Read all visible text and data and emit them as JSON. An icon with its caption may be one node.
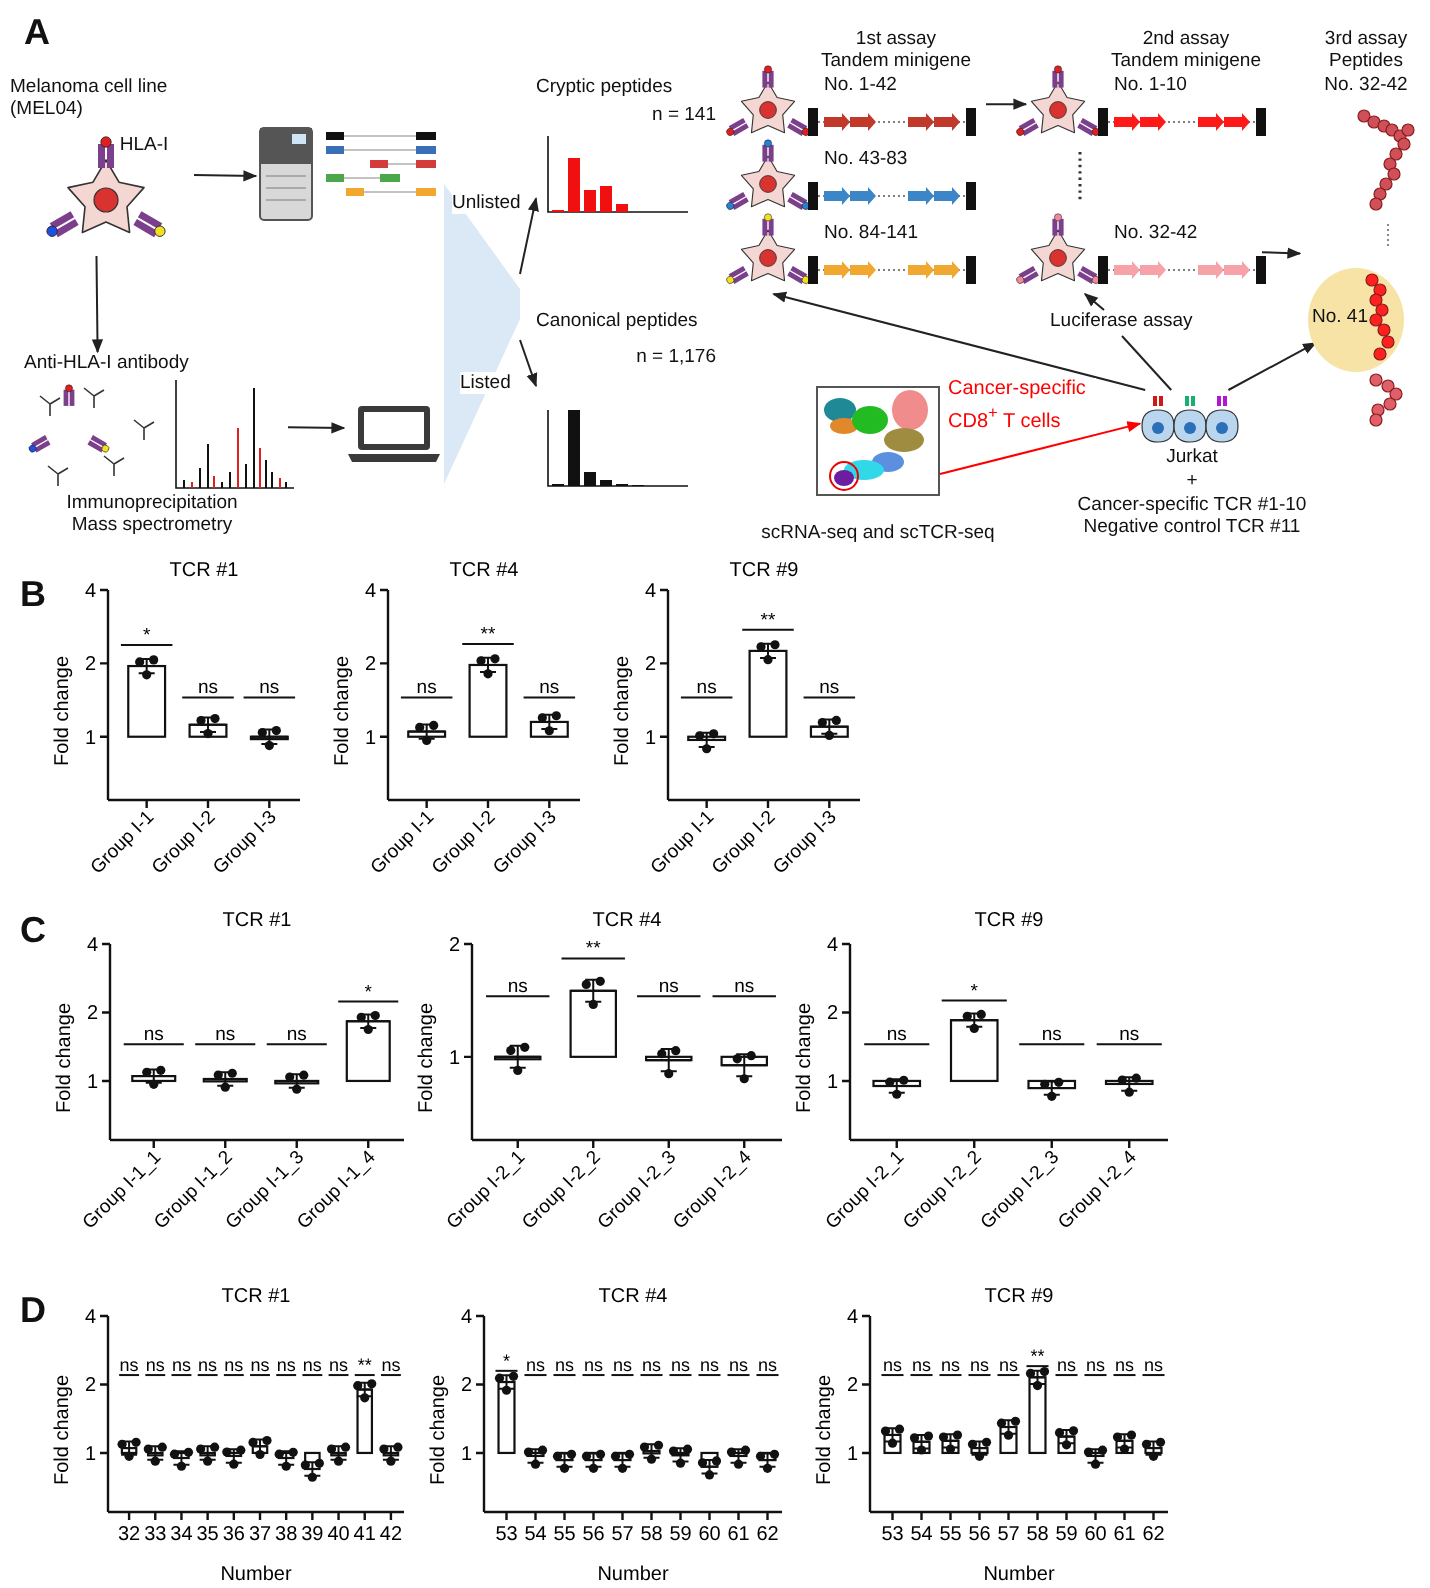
{
  "diagram": {
    "nodes": [
      {
        "text": [
          "Melanoma cell line (MEL04)"
        ]
      },
      {
        "text": [],
        "shape": "picture"
      },
      {
        "text": [
          "Anti-HLA-I antibody",
          "Immunoprecipitation Mass spectrometry"
        ]
      },
      {
        "text": [],
        "shape": "picture"
      },
      {
        "text": [],
        "shape": "wedge"
      },
      {
        "text": [
          "Cryptic peptides",
          "n = 141"
        ]
      },
      {
        "text": [
          "Canonical peptides",
          "n = 1,176"
        ]
      },
      {
        "text": [
          "No. 1-42"
        ]
      },
      {
        "text": [
          "No. 43-83"
        ]
      },
      {
        "text": [
          "No. 84-141"
        ]
      },
      {
        "text": [
          "No. 1-10"
        ]
      },
      {
        "text": [
          "No. 32-42"
        ]
      },
      {
        "text": [
          "3rd assay Peptides No. 32-42"
        ]
      },
      {
        "text": [
          "No. 41"
        ],
        "in": 12
      },
      {
        "text": [
          "scRNA-seq and scTCR-seq"
        ]
      },
      {
        "text": [
          "Jurkat",
          "+",
          "Cancer-specific TCR #1-10 Negative control TCR #11"
        ]
      },
      {
        "text": [
          "Luciferase assay"
        ]
      }
    ],
    "edges": [
      {
        "from": 0,
        "to": 1,
        "arrow": "to"
      },
      {
        "from": 0,
        "to": 2,
        "arrow": "to"
      },
      {
        "from": 2,
        "to": 3,
        "arrow": "to"
      },
      {
        "from": 4,
        "to": 5,
        "arrow": "to",
        "label": "Unlisted"
      },
      {
        "from": 4,
        "to": 6,
        "arrow": "to",
        "label": "Listed"
      },
      {
        "from": 7,
        "to": 10,
        "arrow": "to"
      },
      {
        "from": 11,
        "to": 12,
        "arrow": "to"
      },
      {
        "from": 15,
        "to": 9,
        "arrow": "to"
      },
      {
        "from": 16,
        "to": 11,
        "arrow": "to"
      },
      {
        "from": 16,
        "to": 15,
        "arrow": "none"
      },
      {
        "from": 15,
        "to": 13,
        "arrow": "to"
      },
      {
        "from": 14,
        "to": 15,
        "arrow": "to",
        "label": "Cancer-specific CD8$^{+}$ T cells",
        "color": "#ff0000"
      }
    ],
    "labels": [
      "A",
      "HLA-I",
      "1st assay Tandem minigene",
      "2nd assay Tandem minigene",
      "B",
      "C",
      "D",
      "TCR #1",
      "1",
      "2",
      "4",
      "Fold change",
      "*",
      "ns",
      "ns",
      "Group I-1",
      "Group I-2",
      "Group I-3",
      "TCR #4",
      "1",
      "2",
      "4",
      "Fold change",
      "ns",
      "**",
      "ns",
      "Group I-1",
      "Group I-2",
      "Group I-3",
      "TCR #9",
      "1",
      "2",
      "4",
      "Fold change",
      "ns",
      "**",
      "ns",
      "Group I-1",
      "Group I-2",
      "Group I-3",
      "TCR #1",
      "1",
      "2",
      "4",
      "Fold change",
      "ns",
      "ns",
      "ns",
      "*",
      "Group I-1_1",
      "Group I-1_2",
      "Group I-1_3",
      "Group I-1_4",
      "TCR #4",
      "1",
      "2",
      "Fold change",
      "ns",
      "**",
      "ns",
      "ns",
      "Group I-2_1",
      "Group I-2_2",
      "Group I-2_3",
      "Group I-2_4",
      "TCR #9",
      "1",
      "2",
      "4",
      "Fold change",
      "ns",
      "*",
      "ns",
      "ns",
      "Group I-2_1",
      "Group I-2_2",
      "Group I-2_3",
      "Group I-2_4",
      "TCR #1",
      "1",
      "2",
      "4",
      "Fold change",
      "ns",
      "ns",
      "ns",
      "ns",
      "ns",
      "ns",
      "ns",
      "ns",
      "ns",
      "**",
      "ns",
      "32",
      "33",
      "34",
      "35",
      "36",
      "37",
      "38",
      "39",
      "40",
      "41",
      "42",
      "Number",
      "TCR #4",
      "1",
      "2",
      "4",
      "Fold change",
      "*",
      "ns",
      "ns",
      "ns",
      "ns",
      "ns",
      "ns",
      "ns",
      "ns",
      "ns",
      "53",
      "54",
      "55",
      "56",
      "57",
      "58",
      "59",
      "60",
      "61",
      "62",
      "Number",
      "TCR #9",
      "1",
      "2",
      "4",
      "Fold change",
      "ns",
      "ns",
      "ns",
      "ns",
      "ns",
      "**",
      "ns",
      "ns",
      "ns",
      "ns",
      "53",
      "54",
      "55",
      "56",
      "57",
      "58",
      "59",
      "60",
      "61",
      "62",
      "Number"
    ]
  }
}
